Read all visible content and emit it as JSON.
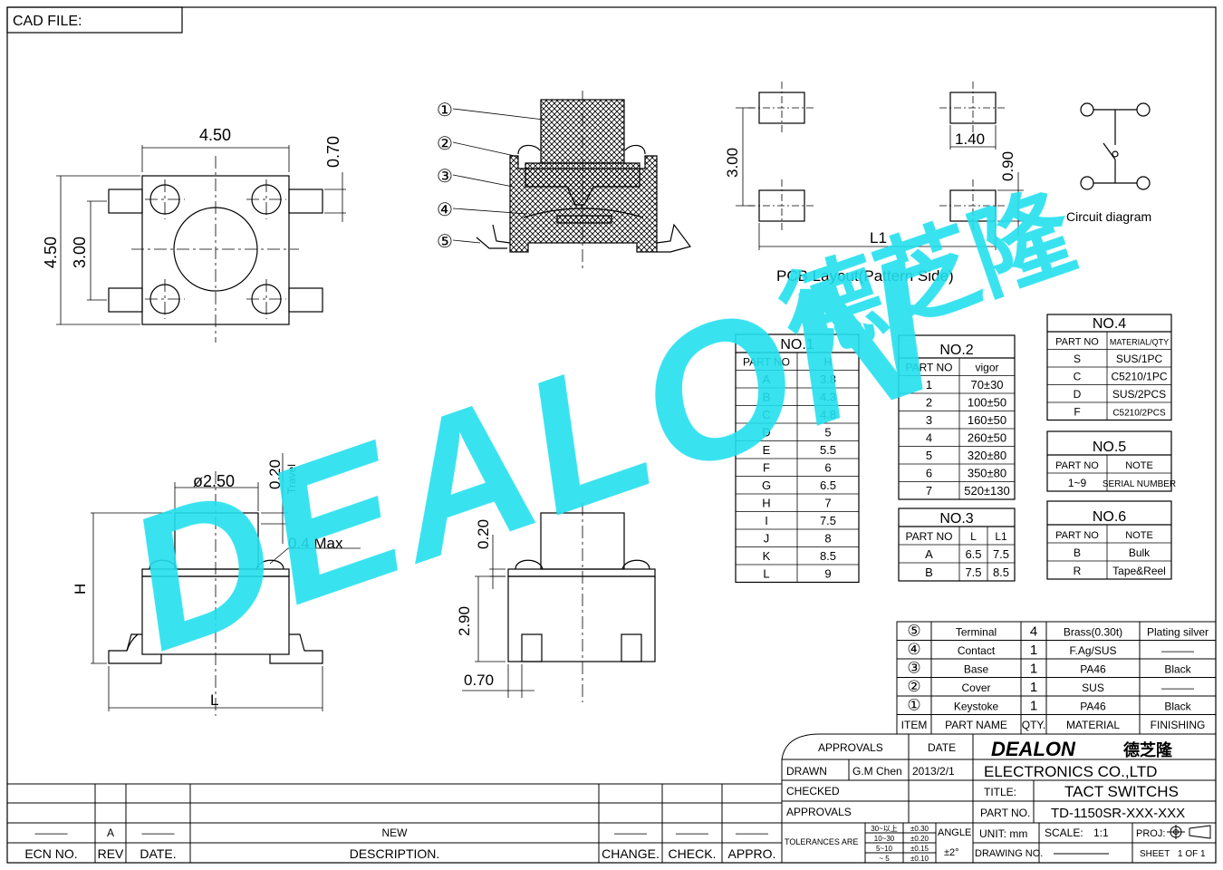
{
  "header": {
    "cad_file_label": "CAD FILE:"
  },
  "watermark": {
    "brand": "DEALON",
    "brand_cn": "德芝隆",
    "color": "#22e0ee"
  },
  "top_view": {
    "width_dim": "4.50",
    "height_dim": "4.50",
    "pad_gap": "0.70",
    "pin_pitch": "3.00"
  },
  "section_view": {
    "callouts": [
      "①",
      "②",
      "③",
      "④",
      "⑤"
    ]
  },
  "pcb_layout": {
    "pitch_v": "3.00",
    "pad_w": "1.40",
    "pad_h": "0.90",
    "span_label": "L1",
    "caption": "PCB Layout(Pattern Side)"
  },
  "circuit": {
    "caption": "Circuit diagram"
  },
  "side_view": {
    "dia": "ø2.50",
    "travel": "0.20",
    "travel_label": "Travel",
    "max_label": "0.4 Max",
    "h_label": "H",
    "l_label": "L"
  },
  "end_view": {
    "top_gap": "0.20",
    "height": "2.90",
    "pad": "0.70"
  },
  "table1": {
    "title": "NO.1",
    "headers": [
      "PART NO",
      "H"
    ],
    "rows": [
      [
        "A",
        "3.8"
      ],
      [
        "B",
        "4.3"
      ],
      [
        "C",
        "4.8"
      ],
      [
        "D",
        "5"
      ],
      [
        "E",
        "5.5"
      ],
      [
        "F",
        "6"
      ],
      [
        "G",
        "6.5"
      ],
      [
        "H",
        "7"
      ],
      [
        "I",
        "7.5"
      ],
      [
        "J",
        "8"
      ],
      [
        "K",
        "8.5"
      ],
      [
        "L",
        "9"
      ]
    ]
  },
  "table2": {
    "title": "NO.2",
    "headers": [
      "PART NO",
      "vigor"
    ],
    "rows": [
      [
        "1",
        "70±30"
      ],
      [
        "2",
        "100±50"
      ],
      [
        "3",
        "160±50"
      ],
      [
        "4",
        "260±50"
      ],
      [
        "5",
        "320±80"
      ],
      [
        "6",
        "350±80"
      ],
      [
        "7",
        "520±130"
      ]
    ]
  },
  "table3": {
    "title": "NO.3",
    "headers": [
      "PART NO",
      "L",
      "L1"
    ],
    "rows": [
      [
        "A",
        "6.5",
        "7.5"
      ],
      [
        "B",
        "7.5",
        "8.5"
      ]
    ]
  },
  "table4": {
    "title": "NO.4",
    "headers": [
      "PART NO",
      "MATERIAL/QTY"
    ],
    "rows": [
      [
        "S",
        "SUS/1PC"
      ],
      [
        "C",
        "C5210/1PC"
      ],
      [
        "D",
        "SUS/2PCS"
      ],
      [
        "F",
        "C5210/2PCS"
      ]
    ]
  },
  "table5": {
    "title": "NO.5",
    "headers": [
      "PART NO",
      "NOTE"
    ],
    "rows": [
      [
        "1~9",
        "SERIAL NUMBER"
      ]
    ]
  },
  "table6": {
    "title": "NO.6",
    "headers": [
      "PART NO",
      "NOTE"
    ],
    "rows": [
      [
        "B",
        "Bulk"
      ],
      [
        "R",
        "Tape&Reel"
      ]
    ]
  },
  "bom": {
    "rows": [
      [
        "⑤",
        "Terminal",
        "4",
        "Brass(0.30t)",
        "Plating silver"
      ],
      [
        "④",
        "Contact",
        "1",
        "F.Ag/SUS",
        "———"
      ],
      [
        "③",
        "Base",
        "1",
        "PA46",
        "Black"
      ],
      [
        "②",
        "Cover",
        "1",
        "SUS",
        "———"
      ],
      [
        "①",
        "Keystoke",
        "1",
        "PA46",
        "Black"
      ]
    ],
    "headers": [
      "ITEM",
      "PART NAME",
      "QTY.",
      "MATERIAL",
      "FINISHING"
    ]
  },
  "title_block": {
    "approvals": "APPROVALS",
    "date": "DATE",
    "drawn": "DRAWN",
    "drawn_by": "G.M Chen",
    "drawn_date": "2013/2/1",
    "checked": "CHECKED",
    "approvals2": "APPROVALS",
    "company": "ELECTRONICS CO.,LTD",
    "title_label": "TITLE:",
    "title": "TACT SWITCHS",
    "part_no_label": "PART NO.",
    "part_no": "TD-1150SR-XXX-XXX",
    "tolerances": "TOLERANCES ARE",
    "tol_rows": [
      [
        "30~以上",
        "±0.30"
      ],
      [
        "10~30",
        "±0.20"
      ],
      [
        "5~10",
        "±0.15"
      ],
      [
        "~ 5",
        "±0.10"
      ]
    ],
    "angle": "ANGLE",
    "angle_val": "±2°",
    "unit": "UNIT: mm",
    "scale_label": "SCALE:",
    "scale": "1:1",
    "proj": "PROJ:",
    "drawing_no": "DRAWING NO.",
    "sheet": "SHEET",
    "sheet_val": "1 OF 1"
  },
  "revision": {
    "headers": [
      "ECN NO.",
      "REV",
      "DATE.",
      "DESCRIPTION.",
      "CHANGE.",
      "CHECK.",
      "APPRO."
    ],
    "row": [
      "———",
      "A",
      "———",
      "NEW",
      "———",
      "———",
      "———"
    ]
  }
}
